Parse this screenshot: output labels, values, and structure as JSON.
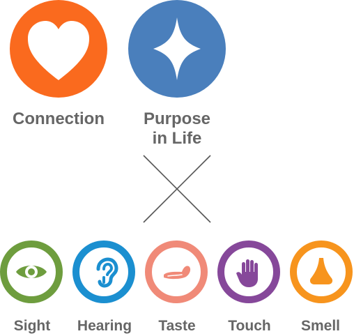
{
  "concepts": [
    {
      "label": "Connection",
      "color": "#fa6a1e",
      "icon": "heart-icon"
    },
    {
      "label_line1": "Purpose",
      "label_line2": "in Life",
      "color": "#4a7fbc",
      "icon": "sparkle-icon"
    }
  ],
  "operator": "cross-lines",
  "senses": [
    {
      "label": "Sight",
      "color": "#6e9d3e",
      "icon": "eye-icon"
    },
    {
      "label": "Hearing",
      "color": "#1b8fd0",
      "icon": "ear-icon"
    },
    {
      "label": "Taste",
      "color": "#f08a78",
      "icon": "tongue-icon"
    },
    {
      "label": "Touch",
      "color": "#86489a",
      "icon": "hand-icon"
    },
    {
      "label": "Smell",
      "color": "#f7941d",
      "icon": "nose-icon"
    }
  ]
}
